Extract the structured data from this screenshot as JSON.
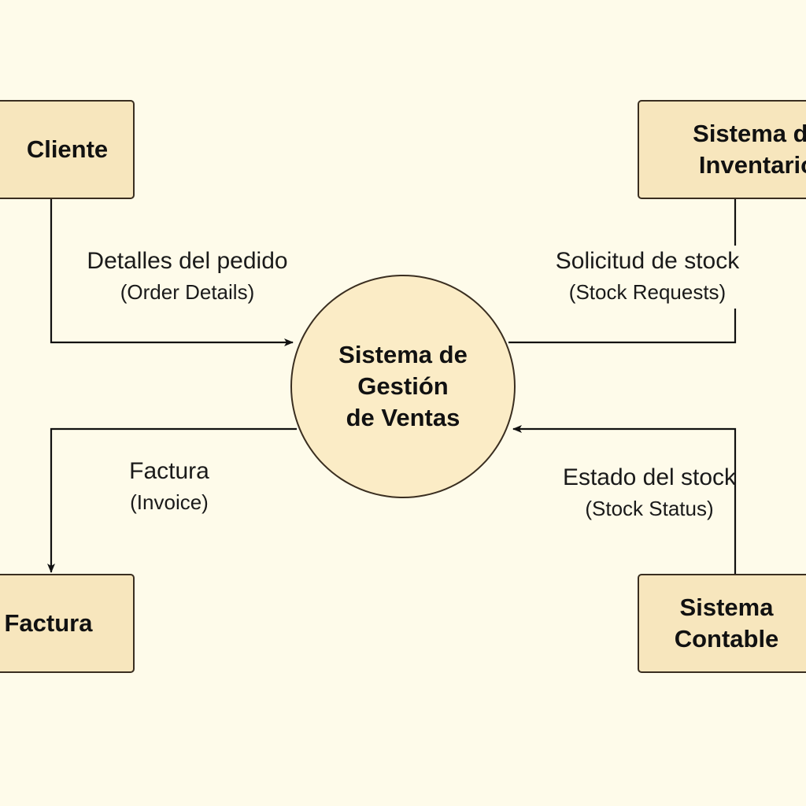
{
  "colors": {
    "background": "#fefbea",
    "box_fill": "#f7e6bd",
    "circle_fill": "#fbecc6",
    "stroke": "#3a2e20",
    "text": "#111111"
  },
  "process": {
    "lines": [
      "Sistema de",
      "Gestión",
      "de Ventas"
    ]
  },
  "entities": {
    "cliente": {
      "lines": [
        "Cliente"
      ]
    },
    "inventario": {
      "lines": [
        "Sistema de",
        "Inventario"
      ]
    },
    "factura": {
      "lines": [
        "Factura"
      ]
    },
    "contable": {
      "lines": [
        "Sistema",
        "Contable"
      ]
    }
  },
  "flows": {
    "order_details": {
      "label": "Detalles del pedido",
      "sublabel": "(Order Details)"
    },
    "stock_requests": {
      "label": "Solicitud de stock",
      "sublabel": "(Stock Requests)"
    },
    "invoice": {
      "label": "Factura",
      "sublabel": "(Invoice)"
    },
    "stock_status": {
      "label": "Estado del stock",
      "sublabel": "(Stock Status)"
    }
  }
}
